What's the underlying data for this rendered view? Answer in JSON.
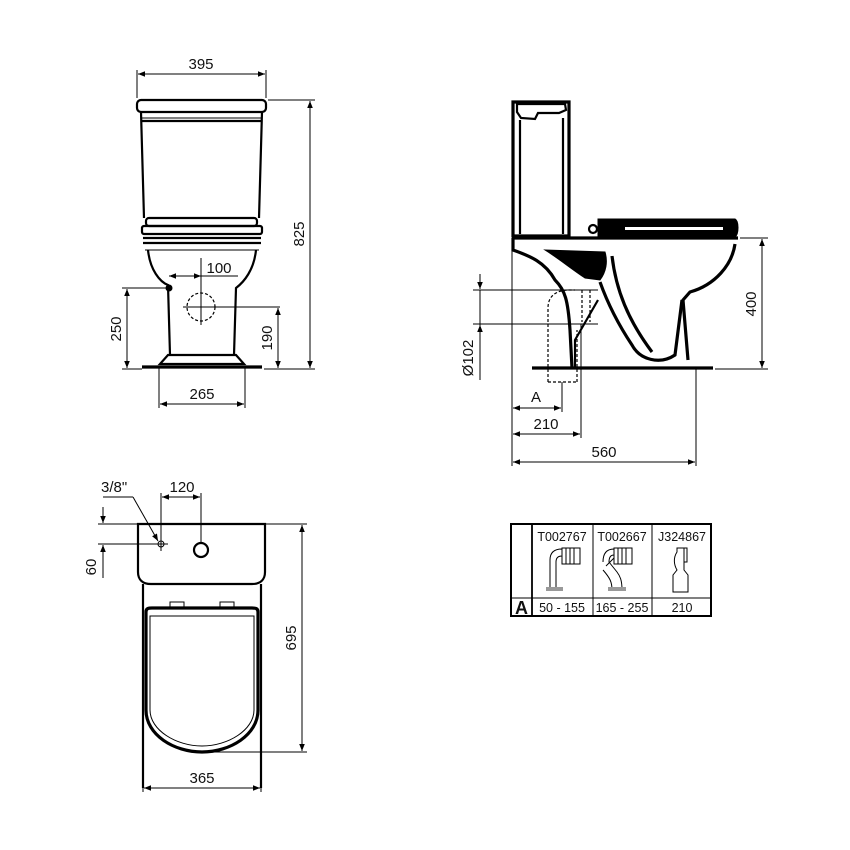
{
  "front_view": {
    "width_top": "395",
    "height_total": "825",
    "inlet_offset": "100",
    "inlet_height": "250",
    "outlet_height": "190",
    "base_width": "265"
  },
  "side_view": {
    "seat_height": "400",
    "outlet_diameter": "Ø102",
    "dim_a": "A",
    "outlet_distance": "210",
    "depth": "560"
  },
  "top_view": {
    "thread_size": "3/8\"",
    "hole_spacing": "120",
    "hole_offset": "60",
    "length": "695",
    "width": "365"
  },
  "connector_table": {
    "row_label": "A",
    "columns": [
      {
        "code": "T002767",
        "range": "50 - 155"
      },
      {
        "code": "T002667",
        "range": "165 - 255"
      },
      {
        "code": "J324867",
        "range": "210"
      }
    ]
  }
}
